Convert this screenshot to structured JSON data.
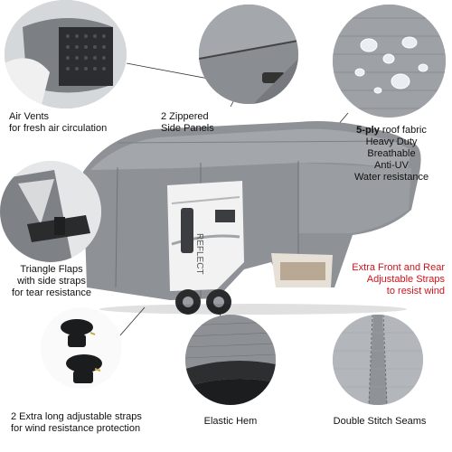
{
  "features": {
    "air_vents": {
      "line1": "Air Vents",
      "line2": "for fresh air circulation"
    },
    "zippered_panels": {
      "line1": "2 Zippered",
      "line2": "Side Panels"
    },
    "roof_fabric": {
      "bold": "5-ply",
      "line1_rest": " roof fabric",
      "line2": "Heavy Duty",
      "line3": "Breathable",
      "line4": "Anti-UV",
      "line5": "Water resistance"
    },
    "triangle_flaps": {
      "line1": "Triangle Flaps",
      "line2": "with side straps",
      "line3": "for tear resistance"
    },
    "front_rear_straps": {
      "line1": "Extra Front and Rear",
      "line2": "Adjustable Straps",
      "line3": "to resist wind"
    },
    "long_straps": {
      "line1": "2 Extra long adjustable straps",
      "line2": "for wind resistance protection"
    },
    "elastic_hem": {
      "line1": "Elastic Hem"
    },
    "double_stitch": {
      "line1": "Double Stitch Seams"
    }
  },
  "rv_brand_text": "REFLECT",
  "colors": {
    "cover_gray": "#8e9296",
    "accent_red": "#d0121b",
    "label_text": "#111111"
  }
}
